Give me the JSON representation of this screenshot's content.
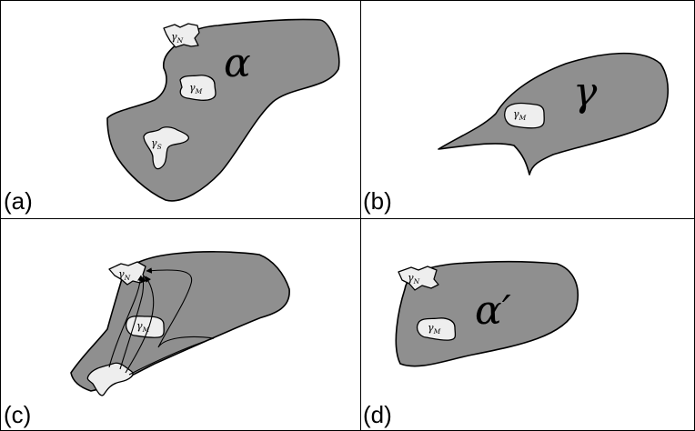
{
  "panels": {
    "a": {
      "label": "(a)",
      "region_label": "α",
      "islands": [
        {
          "greek": "γ",
          "sub": "N"
        },
        {
          "greek": "γ",
          "sub": "M"
        },
        {
          "greek": "γ",
          "sub": "S"
        }
      ]
    },
    "b": {
      "label": "(b)",
      "region_label": "γ",
      "islands": [
        {
          "greek": "γ",
          "sub": "M"
        }
      ]
    },
    "c": {
      "label": "(c)",
      "islands": [
        {
          "greek": "γ",
          "sub": "N"
        },
        {
          "greek": "γ",
          "sub": "M"
        }
      ]
    },
    "d": {
      "label": "(d)",
      "region_label": "α′",
      "islands": [
        {
          "greek": "γ",
          "sub": "N"
        },
        {
          "greek": "γ",
          "sub": "M"
        }
      ]
    }
  },
  "colors": {
    "region_fill": "#8f8f8f",
    "island_fill": "#eeeeee",
    "outline": "#000000"
  }
}
